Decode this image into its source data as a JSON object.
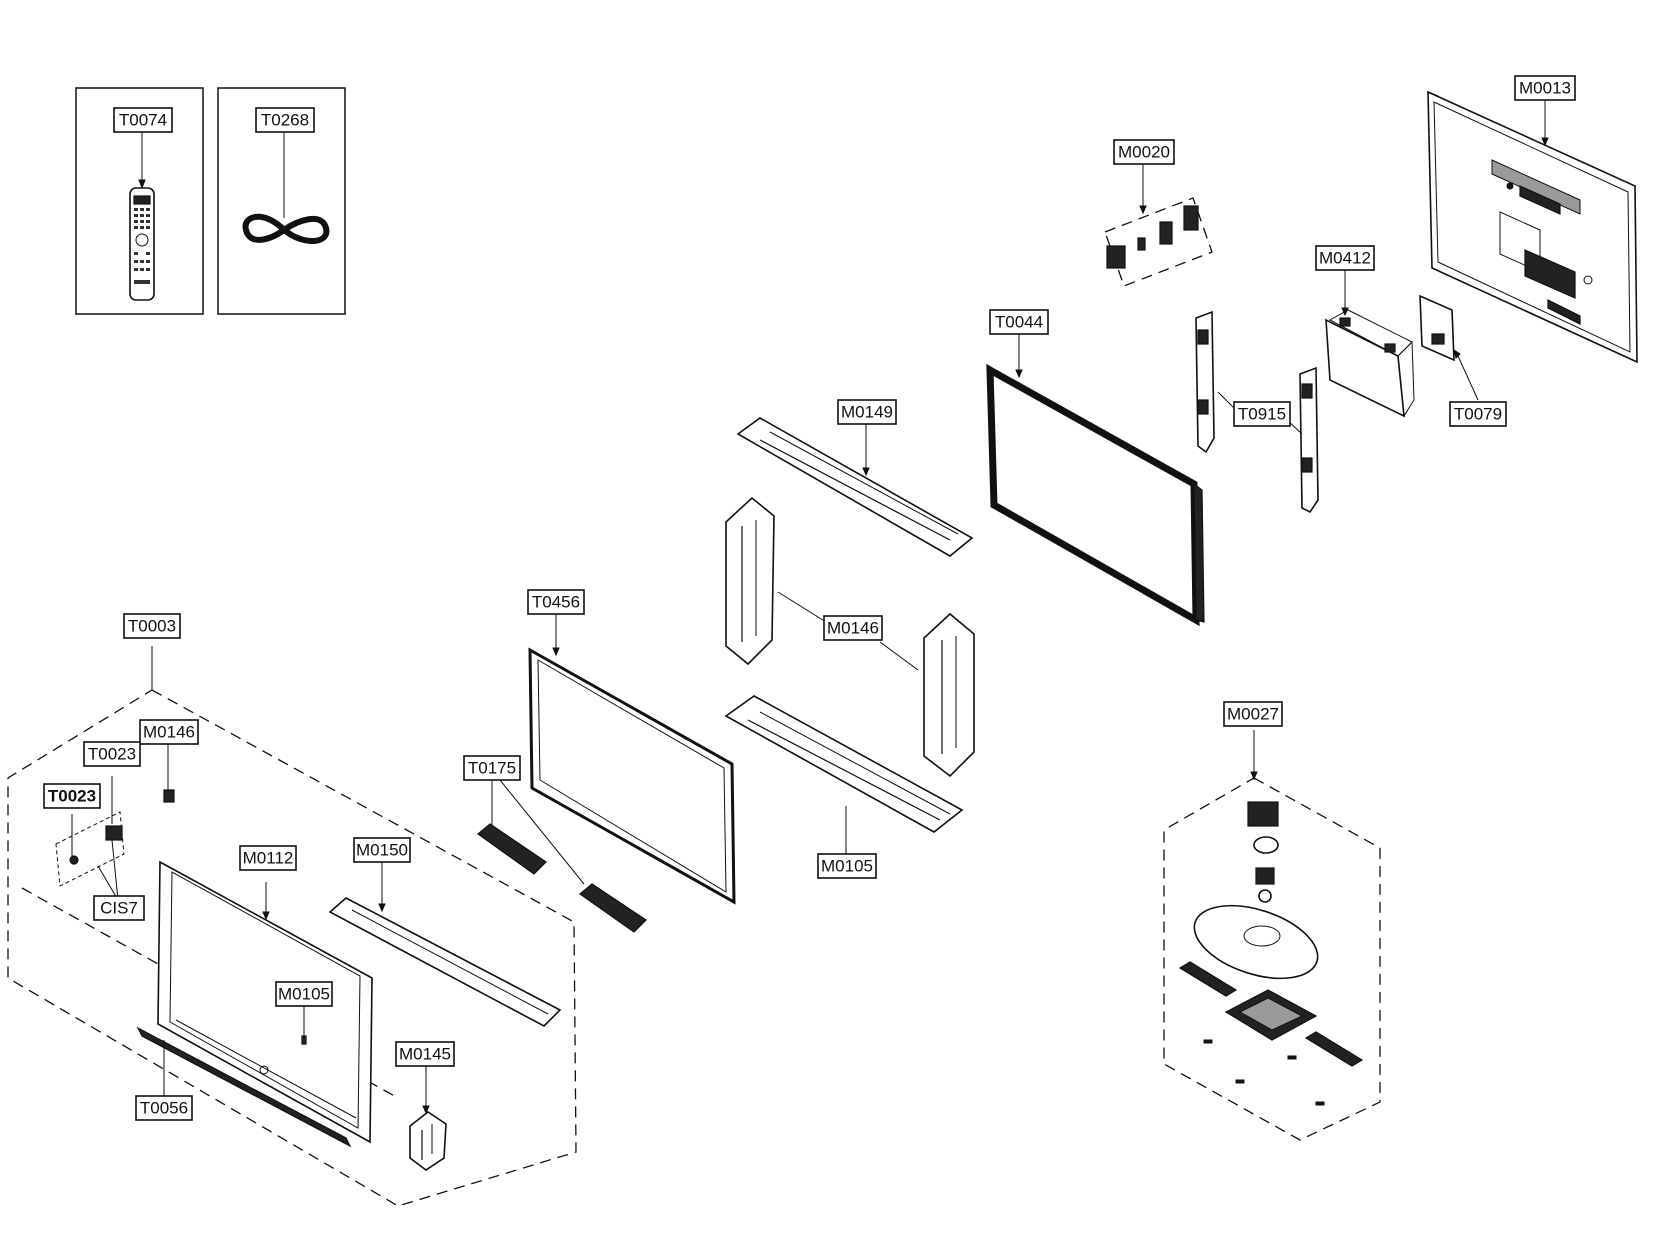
{
  "labels": [
    {
      "id": "T0074",
      "text": "T0074"
    },
    {
      "id": "T0268",
      "text": "T0268"
    },
    {
      "id": "M0013",
      "text": "M0013"
    },
    {
      "id": "M0020",
      "text": "M0020"
    },
    {
      "id": "M0412",
      "text": "M0412"
    },
    {
      "id": "T0044",
      "text": "T0044"
    },
    {
      "id": "T0915",
      "text": "T0915"
    },
    {
      "id": "T0079",
      "text": "T0079"
    },
    {
      "id": "M0149",
      "text": "M0149"
    },
    {
      "id": "M0146a",
      "text": "M0146"
    },
    {
      "id": "M0105a",
      "text": "M0105"
    },
    {
      "id": "T0456",
      "text": "T0456"
    },
    {
      "id": "T0175",
      "text": "T0175"
    },
    {
      "id": "T0003",
      "text": "T0003"
    },
    {
      "id": "M0146b",
      "text": "M0146"
    },
    {
      "id": "T0023a",
      "text": "T0023"
    },
    {
      "id": "T0023b",
      "text": "T0023"
    },
    {
      "id": "CIS7",
      "text": "CIS7"
    },
    {
      "id": "M0112",
      "text": "M0112"
    },
    {
      "id": "M0150",
      "text": "M0150"
    },
    {
      "id": "M0105b",
      "text": "M0105"
    },
    {
      "id": "M0145",
      "text": "M0145"
    },
    {
      "id": "T0056",
      "text": "T0056"
    },
    {
      "id": "M0027",
      "text": "M0027"
    }
  ],
  "icons": {
    "remote": "remote-control-icon",
    "cable": "power-cord-icon"
  }
}
